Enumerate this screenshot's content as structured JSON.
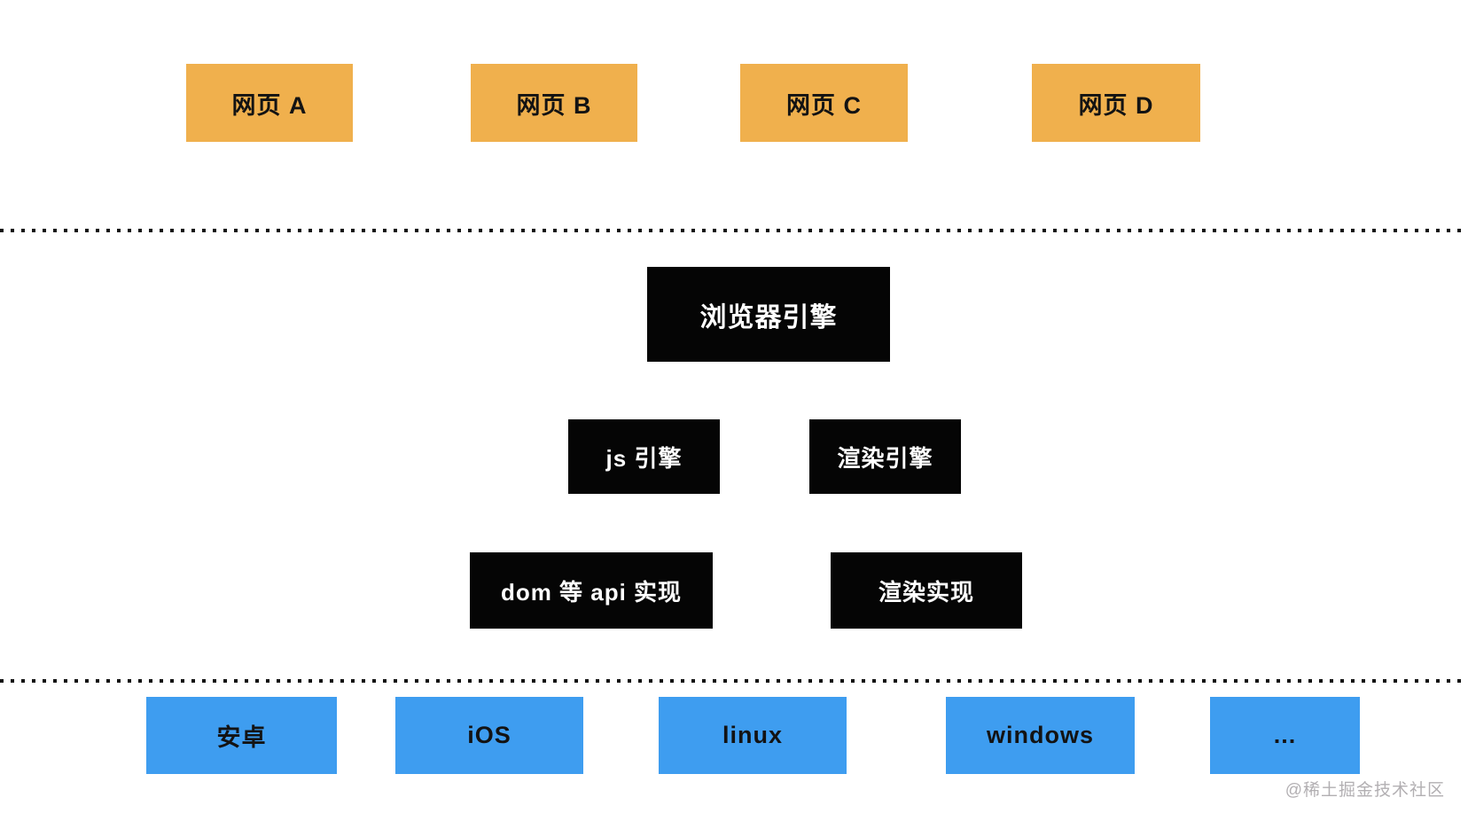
{
  "colors": {
    "page_bg": "#ffffff",
    "webpage_fill": "#f0b04d",
    "engine_fill": "#050505",
    "os_fill": "#3e9df0",
    "dot_color": "#111111",
    "watermark_color": "#b2afb2"
  },
  "webpage_layer": {
    "items": [
      {
        "label": "网页 A"
      },
      {
        "label": "网页 B"
      },
      {
        "label": "网页 C"
      },
      {
        "label": "网页 D"
      }
    ]
  },
  "engine_layer": {
    "browser_engine": {
      "label": "浏览器引擎"
    },
    "sub_engines": [
      {
        "label": "js 引擎"
      },
      {
        "label": "渲染引擎"
      }
    ],
    "implementations": [
      {
        "label": "dom 等 api 实现"
      },
      {
        "label": "渲染实现"
      }
    ]
  },
  "os_layer": {
    "items": [
      {
        "label": "安卓"
      },
      {
        "label": "iOS"
      },
      {
        "label": "linux"
      },
      {
        "label": "windows"
      },
      {
        "label": "..."
      }
    ]
  },
  "watermark": {
    "label": "@稀土掘金技术社区"
  }
}
